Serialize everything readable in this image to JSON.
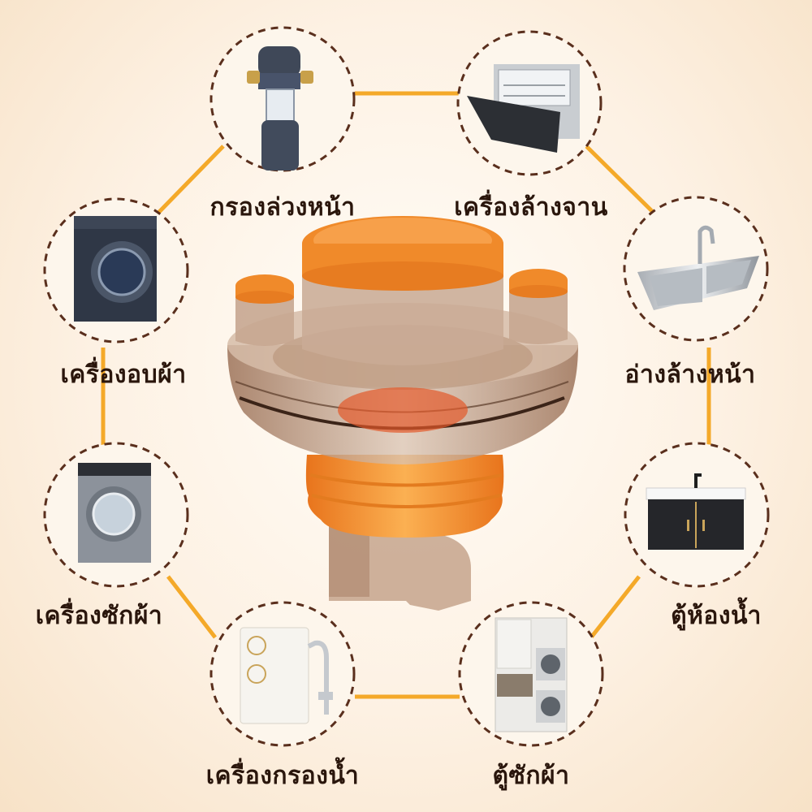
{
  "colors": {
    "connector": "#f4a929",
    "circle_border": "#5a2f1d",
    "product_orange": "#f08a2a",
    "product_smoke": "#a98368",
    "label_text": "#2a160c"
  },
  "product": {
    "name": "orange-brown-floor-drain-connector"
  },
  "applications": [
    {
      "id": "pre-filter",
      "label": "กรองล่วงหน้า",
      "icon": "pre-filter-icon"
    },
    {
      "id": "dishwasher",
      "label": "เครื่องล้างจาน",
      "icon": "dishwasher-icon"
    },
    {
      "id": "dryer",
      "label": "เครื่องอบผ้า",
      "icon": "dryer-icon"
    },
    {
      "id": "wash-basin",
      "label": "อ่างล้างหน้า",
      "icon": "sink-icon"
    },
    {
      "id": "washing-machine",
      "label": "เครื่องซักผ้า",
      "icon": "washing-machine-icon"
    },
    {
      "id": "bathroom-cabinet",
      "label": "ตู้ห้องน้ำ",
      "icon": "bathroom-cabinet-icon"
    },
    {
      "id": "water-purifier",
      "label": "เครื่องกรองน้ำ",
      "icon": "water-purifier-icon"
    },
    {
      "id": "laundry-cabinet",
      "label": "ตู้ซักผ้า",
      "icon": "laundry-cabinet-icon"
    }
  ]
}
